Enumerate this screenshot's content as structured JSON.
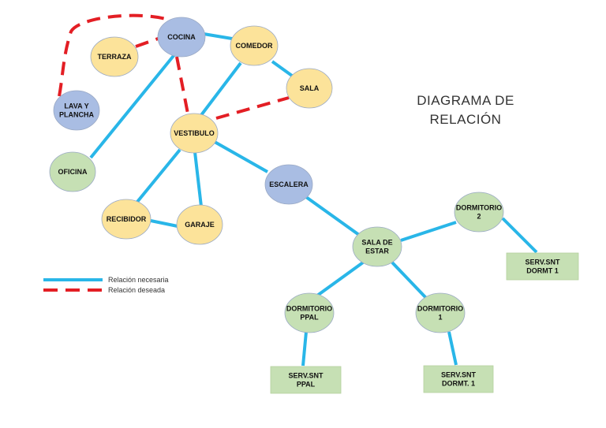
{
  "title": {
    "line1": "DIAGRAMA DE",
    "line2": "RELACIÓN"
  },
  "legend": {
    "necesaria": "Relación necesaria",
    "deseada": "Relación deseada"
  },
  "colors": {
    "necesaria": "#29b6e8",
    "deseada": "#e31e24",
    "yellow": "#fce39a",
    "blue": "#a9bde3",
    "green": "#c6e0b4",
    "node_stroke": "#9aa9c4"
  },
  "nodes": {
    "cocina": [
      "COCINA"
    ],
    "terraza": [
      "TERRAZA"
    ],
    "comedor": [
      "COMEDOR"
    ],
    "sala": [
      "SALA"
    ],
    "lava": [
      "LAVA Y",
      "PLANCHA"
    ],
    "vestibulo": [
      "VESTIBULO"
    ],
    "oficina": [
      "OFICINA"
    ],
    "escalera": [
      "ESCALERA"
    ],
    "recibidor": [
      "RECIBIDOR"
    ],
    "garaje": [
      "GARAJE"
    ],
    "sala_estar": [
      "SALA DE",
      "ESTAR"
    ],
    "dormitorio2": [
      "DORMITORIO",
      "2"
    ],
    "serv_dorm1": [
      "SERV.SNT",
      "DORMT 1"
    ],
    "dormitorio_ppal": [
      "DORMITORIO",
      "PPAL"
    ],
    "dormitorio1": [
      "DORMITORIO",
      "1"
    ],
    "serv_ppal": [
      "SERV.SNT",
      "PPAL"
    ],
    "serv_dormt1": [
      "SERV.SNT",
      "DORMT. 1"
    ]
  }
}
